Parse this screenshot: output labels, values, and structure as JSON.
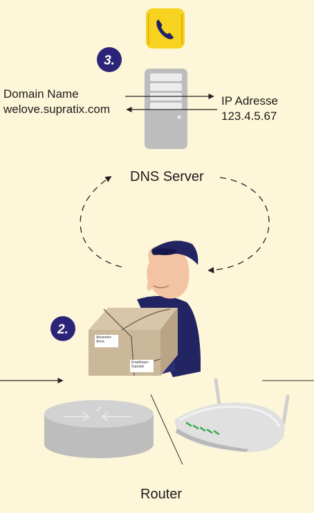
{
  "steps": {
    "step2": "2.",
    "step3": "3."
  },
  "domain": {
    "title": "Domain Name",
    "value": "welove.supratix.com"
  },
  "ip": {
    "title": "IP Adresse",
    "value": "123.4.5.67"
  },
  "dns_label": "DNS Server",
  "router_label": "Router",
  "package": {
    "sender_tag": "Absender:\nAnna",
    "recipient_tag": "Empfänger:\nSupratix"
  },
  "colors": {
    "background": "#fdf6d8",
    "badge": "#2c2478",
    "phone_yellow": "#f7d21e",
    "server_grey": "#bdbdbd",
    "uniform_navy": "#232562",
    "box_brown": "#cbb89a",
    "led_green": "#39a84a"
  },
  "icons": [
    "phone-icon",
    "server-icon",
    "mail-carrier",
    "package-box",
    "router-device",
    "modem-device"
  ]
}
